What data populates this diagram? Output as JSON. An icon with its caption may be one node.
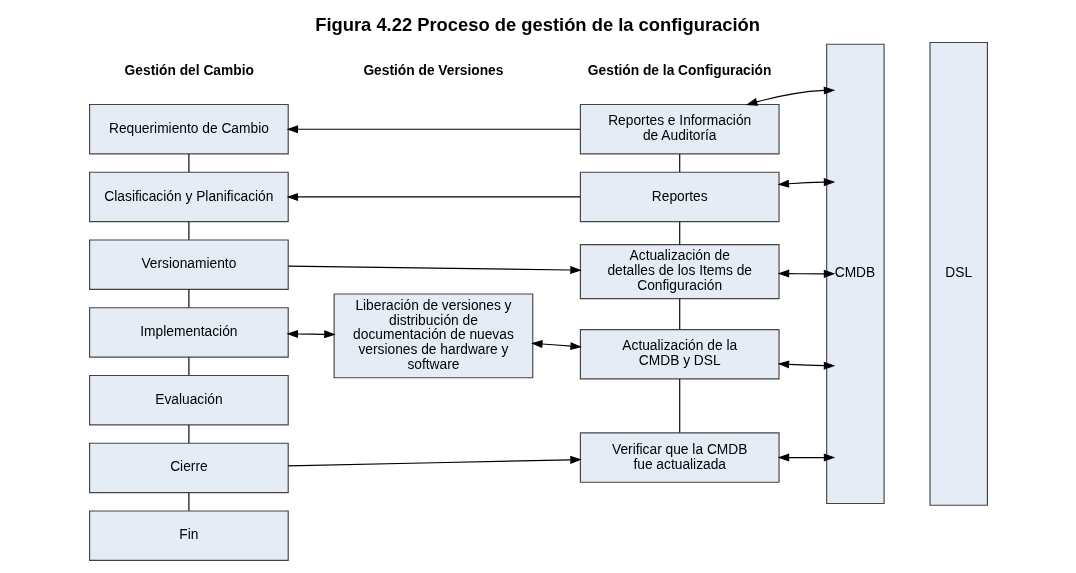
{
  "diagram": {
    "title": "Figura 4.22 Proceso de gestión de la configuración",
    "nodes": [
      {
        "text": [
          "Requerimiento de Cambio"
        ]
      },
      {
        "text": [
          "Clasificación y Planificación"
        ]
      },
      {
        "text": [
          "Versionamiento"
        ]
      },
      {
        "text": [
          "Implementación"
        ]
      },
      {
        "text": [
          "Evaluación"
        ]
      },
      {
        "text": [
          "Cierre"
        ]
      },
      {
        "text": [
          "Fin"
        ]
      },
      {
        "text": [
          "Liberación de versiones y distribución de documentación de nuevas versiones de hardware y software"
        ]
      },
      {
        "text": [
          "Reportes e Información de Auditoría"
        ]
      },
      {
        "text": [
          "Reportes"
        ]
      },
      {
        "text": [
          "Actualización de detalles de los Items de Configuración"
        ]
      },
      {
        "text": [
          "Actualización de la CMDB y DSL"
        ]
      },
      {
        "text": [
          "Verificar que la CMDB fue actualizada"
        ]
      },
      {
        "text": [
          "CMDB"
        ]
      },
      {
        "text": [
          "DSL"
        ]
      }
    ],
    "edges": [
      {
        "from": 0,
        "to": 1,
        "arrow": "none"
      },
      {
        "from": 1,
        "to": 2,
        "arrow": "none"
      },
      {
        "from": 2,
        "to": 3,
        "arrow": "none"
      },
      {
        "from": 3,
        "to": 4,
        "arrow": "none"
      },
      {
        "from": 4,
        "to": 5,
        "arrow": "none"
      },
      {
        "from": 5,
        "to": 6,
        "arrow": "none"
      },
      {
        "from": 8,
        "to": 9,
        "arrow": "none"
      },
      {
        "from": 9,
        "to": 10,
        "arrow": "none"
      },
      {
        "from": 10,
        "to": 11,
        "arrow": "none"
      },
      {
        "from": 11,
        "to": 12,
        "arrow": "none"
      },
      {
        "from": 8,
        "to": 0,
        "arrow": "to"
      },
      {
        "from": 9,
        "to": 1,
        "arrow": "to"
      },
      {
        "from": 2,
        "to": 10,
        "arrow": "to"
      },
      {
        "from": 3,
        "to": 7,
        "arrow": "both"
      },
      {
        "from": 7,
        "to": 11,
        "arrow": "both"
      },
      {
        "from": 5,
        "to": 12,
        "arrow": "to"
      },
      {
        "from": 8,
        "to": 13,
        "arrow": "both"
      },
      {
        "from": 9,
        "to": 13,
        "arrow": "both"
      },
      {
        "from": 10,
        "to": 13,
        "arrow": "both"
      },
      {
        "from": 11,
        "to": 13,
        "arrow": "both"
      },
      {
        "from": 12,
        "to": 13,
        "arrow": "both"
      }
    ],
    "labels": [
      "Gestión del Cambio",
      "Gestión de Versiones",
      "Gestión de la Configuración"
    ]
  }
}
